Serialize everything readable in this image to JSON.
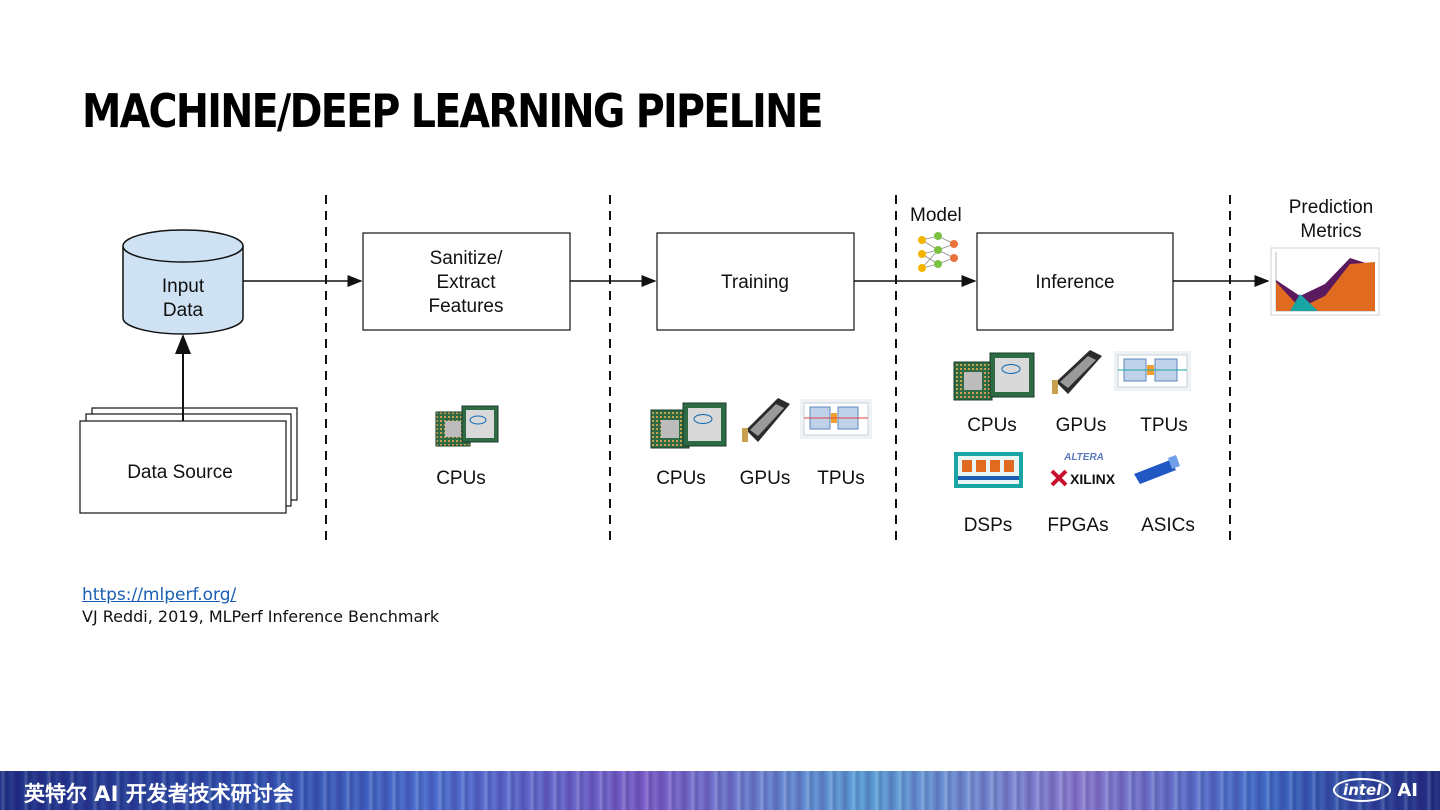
{
  "slide": {
    "title": "MACHINE/DEEP LEARNING PIPELINE"
  },
  "pipeline": {
    "input_data": [
      "Input",
      "Data"
    ],
    "data_source": "Data Source",
    "sanitize": [
      "Sanitize/",
      "Extract",
      "Features"
    ],
    "training": "Training",
    "model": "Model",
    "inference": "Inference",
    "prediction": [
      "Prediction",
      "Metrics"
    ]
  },
  "hardware": {
    "sanitize": [
      "CPUs"
    ],
    "training": [
      "CPUs",
      "GPUs",
      "TPUs"
    ],
    "inference_row1": [
      "CPUs",
      "GPUs",
      "TPUs"
    ],
    "inference_row2": [
      "DSPs",
      "FPGAs",
      "ASICs"
    ],
    "altera": "ALTERA",
    "xilinx": "XILINX"
  },
  "references": {
    "link": "https://mlperf.org/",
    "citation": "VJ Reddi, 2019, MLPerf Inference Benchmark"
  },
  "footer": {
    "event": "英特尔 AI 开发者技术研讨会",
    "logo_brand": "intel",
    "logo_suffix": "AI"
  },
  "colors": {
    "cylinder_fill": "#cfe2f3",
    "link": "#1a5fb4",
    "chart_purple": "#5b1a5e",
    "chart_orange": "#e06a1f",
    "chart_teal": "#1aa5a5"
  }
}
